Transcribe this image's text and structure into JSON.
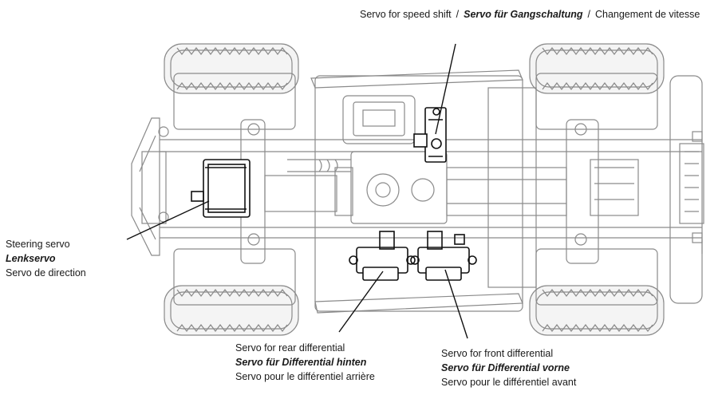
{
  "speed_shift": {
    "en": "Servo for speed shift",
    "sep1": "/",
    "de": "Servo für Gangschaltung",
    "sep2": "/",
    "fr": "Changement de vitesse"
  },
  "steering": {
    "en": "Steering servo",
    "de": "Lenkservo",
    "fr": "Servo de direction"
  },
  "rear_diff": {
    "en": "Servo for rear differential",
    "de": "Servo für Differential hinten",
    "fr": "Servo pour le différentiel arrière"
  },
  "front_diff": {
    "en": "Servo for front differential",
    "de": "Servo für Differential vorne",
    "fr": "Servo pour le différentiel avant"
  }
}
